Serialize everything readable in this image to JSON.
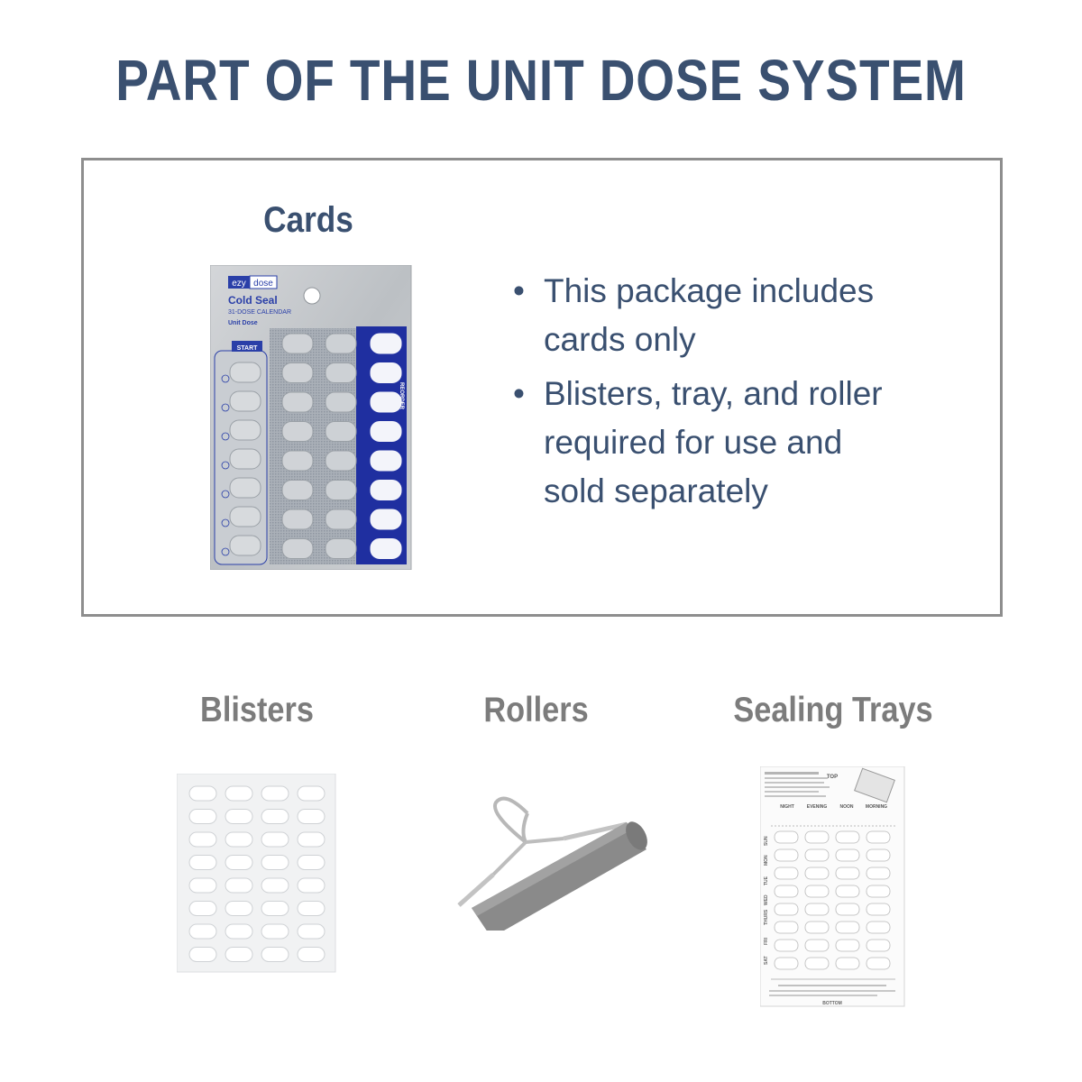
{
  "header": {
    "title": "PART OF THE UNIT DOSE SYSTEM"
  },
  "cards_panel": {
    "label": "Cards",
    "card": {
      "brand_left": "ezy",
      "brand_right": "dose",
      "product_name": "Cold Seal",
      "subtitle": "31-DOSE CALENDAR",
      "unit_line": "Unit Dose",
      "start_tab": "START",
      "reorder_label": "REORDER"
    },
    "bullets": [
      {
        "dot": "•",
        "line1": "This package includes",
        "line2": "cards only"
      },
      {
        "dot": "•",
        "line1": "Blisters, tray, and roller",
        "line2": "required for use and",
        "line3": "sold separately"
      }
    ]
  },
  "products": [
    {
      "label": "Blisters"
    },
    {
      "label": "Rollers"
    },
    {
      "label": "Sealing Trays"
    }
  ],
  "tray": {
    "top_label": "TOP",
    "bottom_label": "BOTTOM",
    "columns": [
      "NIGHT",
      "EVENING",
      "NOON",
      "MORNING"
    ],
    "days": [
      "SUN",
      "MON",
      "TUE",
      "WED",
      "THURS",
      "FRI",
      "SAT"
    ]
  },
  "colors": {
    "heading": "#3a5070",
    "subheading": "#7c7c7c",
    "card_blue": "#1f2fa0",
    "border": "#8e8e8e"
  }
}
